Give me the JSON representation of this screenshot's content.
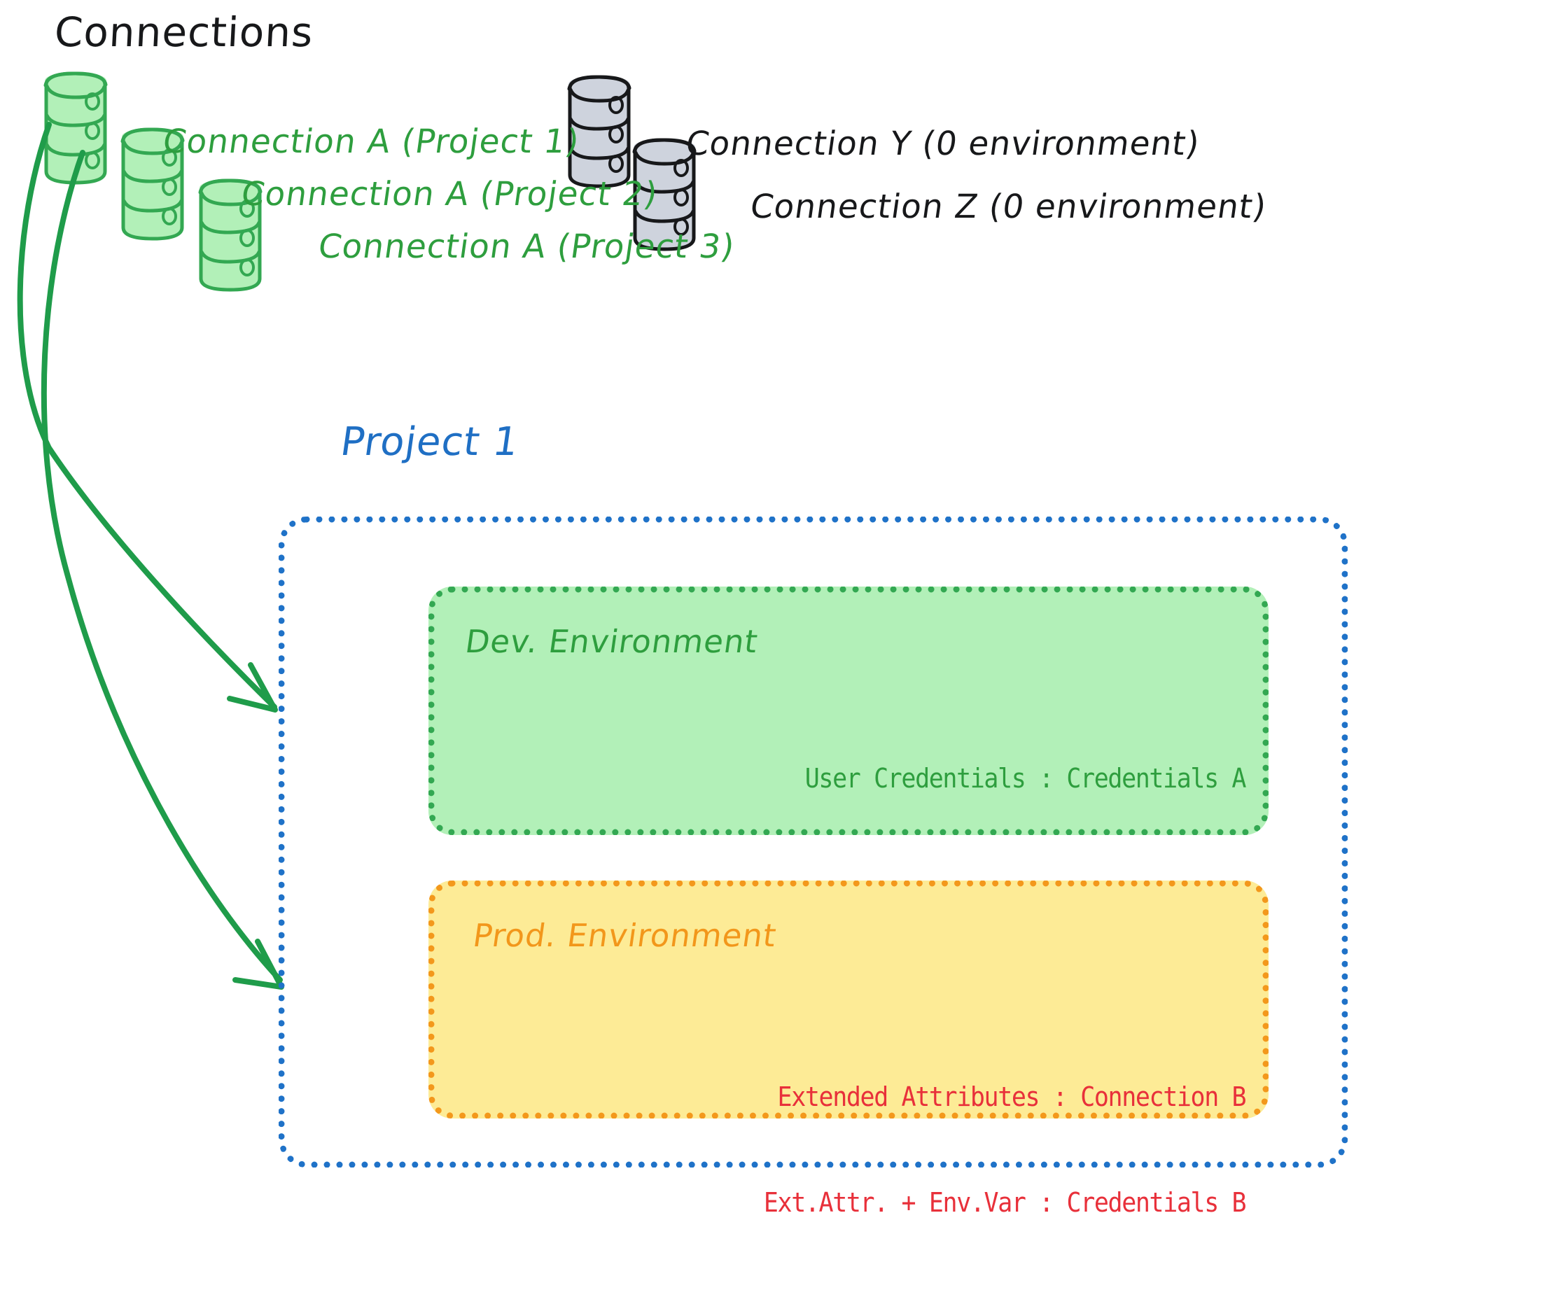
{
  "diagram": {
    "heading": "Connections",
    "project": {
      "title": "Project 1"
    },
    "connections_green": [
      {
        "label": "Connection A (Project 1)",
        "color": "#2e9e3e",
        "icon": "database-icon"
      },
      {
        "label": "Connection A (Project 2)",
        "color": "#2e9e3e",
        "icon": "database-icon"
      },
      {
        "label": "Connection A (Project 3)",
        "color": "#2e9e3e",
        "icon": "database-icon"
      }
    ],
    "connections_gray": [
      {
        "label": "Connection Y (0 environment)",
        "color": "#17181a",
        "icon": "database-icon"
      },
      {
        "label": "Connection Z (0 environment)",
        "color": "#17181a",
        "icon": "database-icon"
      }
    ],
    "environments": [
      {
        "name": "Dev. Environment",
        "accent": "#33a852",
        "fill": "#b2f0b8",
        "lines": [
          "User Credentials : Credentials A"
        ],
        "text_color": "#2e9e3e"
      },
      {
        "name": "Prod. Environment",
        "accent": "#f3981c",
        "fill": "#fdeb96",
        "lines": [
          "Extended Attributes : Connection B",
          "Ext.Attr. + Env.Var : Credentials B"
        ],
        "text_color": "#e8303a"
      }
    ],
    "arrows": [
      {
        "name": "arrow-connection-a-to-dev",
        "color": "#1f9c4a",
        "from": "connection-a-project-1",
        "to": "dev-environment"
      },
      {
        "name": "arrow-connection-a-to-prod",
        "color": "#1f9c4a",
        "from": "connection-a-project-1",
        "to": "prod-environment"
      }
    ],
    "colors": {
      "green_stroke": "#2e9e3e",
      "green_fill": "#b2f0b8",
      "orange_stroke": "#f3981c",
      "orange_fill": "#fdeb96",
      "blue_stroke": "#1f72c8",
      "red_text": "#e8303a",
      "gray_fill": "#ced3dd",
      "gray_stroke": "#17181a",
      "black": "#17181a"
    }
  }
}
